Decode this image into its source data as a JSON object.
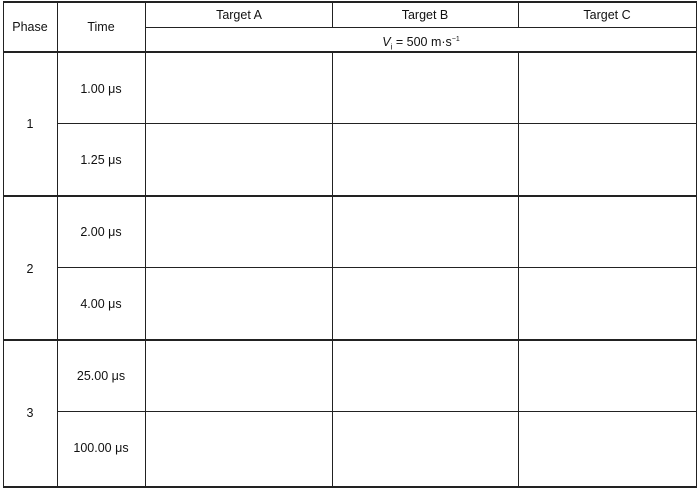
{
  "table": {
    "headers": {
      "phase": "Phase",
      "time": "Time",
      "targets": [
        "Target A",
        "Target B",
        "Target C"
      ]
    },
    "velocity": {
      "symbol": "V",
      "subscript": "i",
      "equals": "= 500 m·s",
      "exponent": "−1"
    },
    "phases": [
      {
        "label": "1",
        "times": [
          "1.00 μs",
          "1.25 μs"
        ]
      },
      {
        "label": "2",
        "times": [
          "2.00 μs",
          "4.00 μs"
        ]
      },
      {
        "label": "3",
        "times": [
          "25.00 μs",
          "100.00 μs"
        ]
      }
    ]
  },
  "colors": {
    "material": "#262626",
    "debris": "#ffffff",
    "rule": "#222222"
  }
}
